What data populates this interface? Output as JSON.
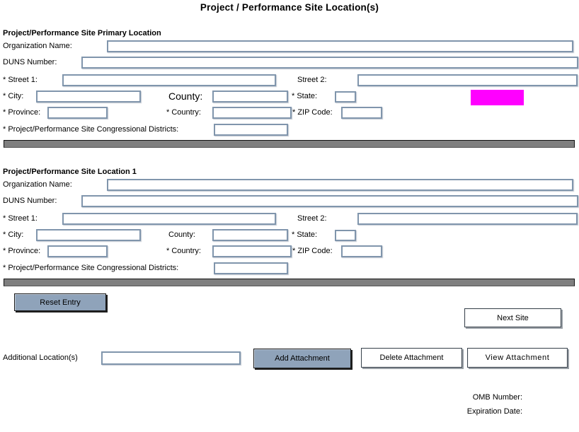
{
  "title": "Project / Performance Site Location(s)",
  "sections": [
    {
      "header": "Project/Performance Site Primary Location"
    },
    {
      "header": "Project/Performance Site Location 1"
    }
  ],
  "field_labels": {
    "organization": "Organization Name:",
    "duns": "DUNS Number:",
    "street1": "* Street 1:",
    "street2": "Street 2:",
    "city": "* City:",
    "county": "County:",
    "state": "* State:",
    "province": "* Province:",
    "country": "* Country:",
    "zip": "* ZIP Code:",
    "districts": "* Project/Performance Site Congressional Districts:"
  },
  "buttons": {
    "reset_entry": "Reset Entry",
    "next_site": "Next Site",
    "add_attachment": "Add Attachment",
    "delete_attachment": "Delete Attachment",
    "view_attachment": "View Attachment"
  },
  "attachments": {
    "label": "Additional Location(s)"
  },
  "footer": {
    "omb_label": "OMB Number:",
    "expiration_label": "Expiration Date:"
  },
  "colors": {
    "button_accent": "#8fa3ba",
    "highlight": "#ff00ff",
    "divider_bar": "#7f7f7f",
    "input_border": "#8095ac"
  }
}
